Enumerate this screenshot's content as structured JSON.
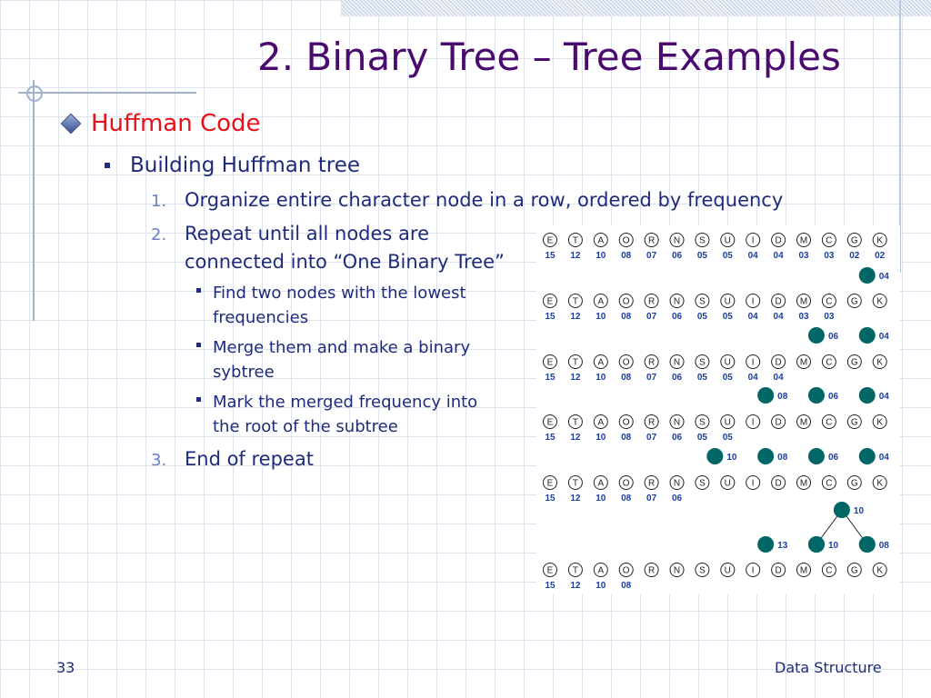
{
  "slide": {
    "title": "2. Binary Tree – Tree Examples",
    "heading": "Huffman Code",
    "subheading": "Building Huffman tree",
    "steps": [
      {
        "num": "1.",
        "text": "Organize entire character node in a row, ordered by frequency"
      },
      {
        "num": "2.",
        "line1": "Repeat until all nodes are",
        "line2": "connected into “One Binary Tree”"
      },
      {
        "num": "3.",
        "text": "End of repeat"
      }
    ],
    "substeps": [
      {
        "line1": "Find two nodes with the lowest",
        "line2": "frequencies"
      },
      {
        "line1": "Merge them and make a binary",
        "line2": "sybtree"
      },
      {
        "line1": "Mark the merged frequency into",
        "line2": "the root of the subtree"
      }
    ],
    "page_number": "33",
    "footer": "Data Structure"
  },
  "colors": {
    "title": "#4b0b6e",
    "heading": "#e8101a",
    "text": "#1f2b7a",
    "tree_node": "#006666",
    "label_blue": "#1b3f9c"
  },
  "huffman_diagram": {
    "letters": [
      "E",
      "T",
      "A",
      "O",
      "R",
      "N",
      "S",
      "U",
      "I",
      "D",
      "M",
      "C",
      "G",
      "K"
    ],
    "rows": [
      {
        "freqs": [
          "15",
          "12",
          "10",
          "08",
          "07",
          "06",
          "05",
          "05",
          "04",
          "04",
          "03",
          "03",
          "02",
          "02"
        ],
        "merged": []
      },
      {
        "freqs": [
          "15",
          "12",
          "10",
          "08",
          "07",
          "06",
          "05",
          "05",
          "04",
          "04",
          "03",
          "03"
        ],
        "merged": [
          "04"
        ]
      },
      {
        "freqs": [
          "15",
          "12",
          "10",
          "08",
          "07",
          "06",
          "05",
          "05",
          "04",
          "04"
        ],
        "merged": [
          "06",
          "04"
        ]
      },
      {
        "freqs": [
          "15",
          "12",
          "10",
          "08",
          "07",
          "06",
          "05",
          "05"
        ],
        "merged": [
          "08",
          "06",
          "04"
        ]
      },
      {
        "freqs": [
          "15",
          "12",
          "10",
          "08",
          "07",
          "06"
        ],
        "merged": [
          "10",
          "08",
          "06",
          "04"
        ]
      },
      {
        "freqs": [
          "15",
          "12",
          "10",
          "08"
        ],
        "merged": [
          "13",
          "10",
          "08"
        ],
        "top": "10"
      }
    ]
  }
}
